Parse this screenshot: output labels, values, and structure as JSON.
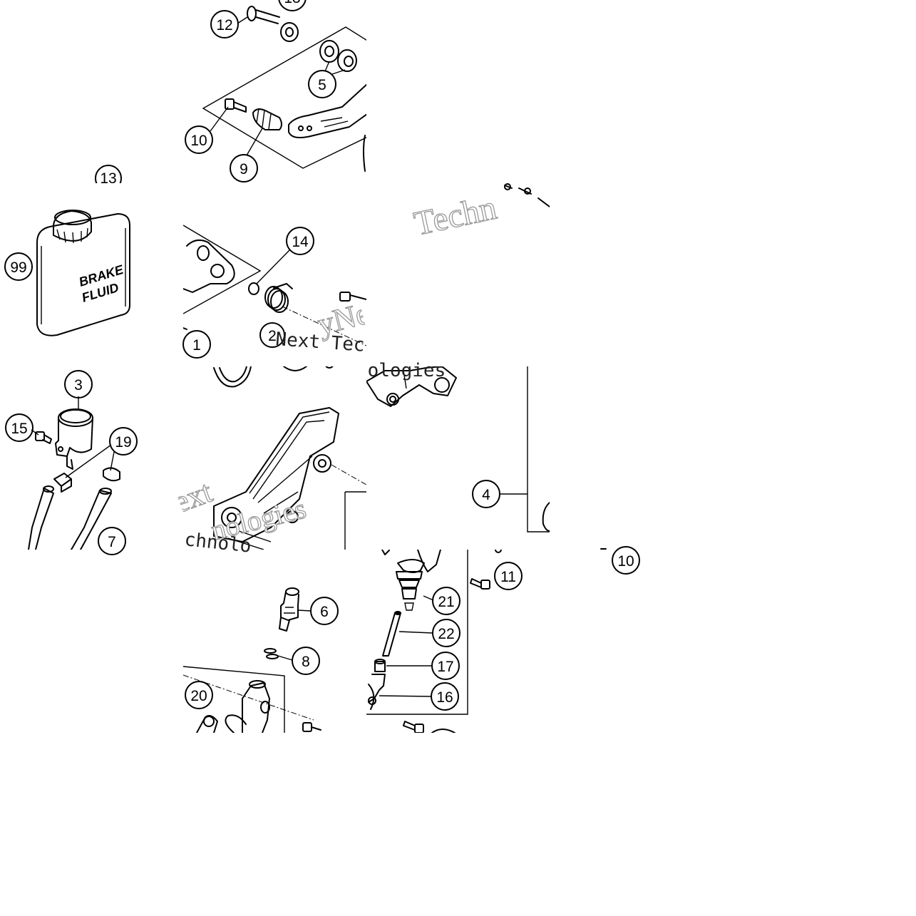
{
  "labels": {
    "c1": "1",
    "c2": "2",
    "c3": "3",
    "c4": "4",
    "c5": "5",
    "c6": "6",
    "c7": "7",
    "c8": "8",
    "c9": "9",
    "c10a": "10",
    "c10b": "10",
    "c11": "11",
    "c12": "12",
    "c13": "13",
    "c13top": "13",
    "c14": "14",
    "c15": "15",
    "c16": "16",
    "c17": "17",
    "c19": "19",
    "c20": "20",
    "c21": "21",
    "c22": "22",
    "c99": "99"
  },
  "bottle": {
    "line1": "BRAKE",
    "line2": "FLUID"
  },
  "watermark": {
    "w1": "Techn",
    "w2": "Next Tec",
    "w3": "nologies",
    "w4": "ext",
    "w5": "nologies",
    "w6": "chnolo",
    "w7": "yNe"
  }
}
